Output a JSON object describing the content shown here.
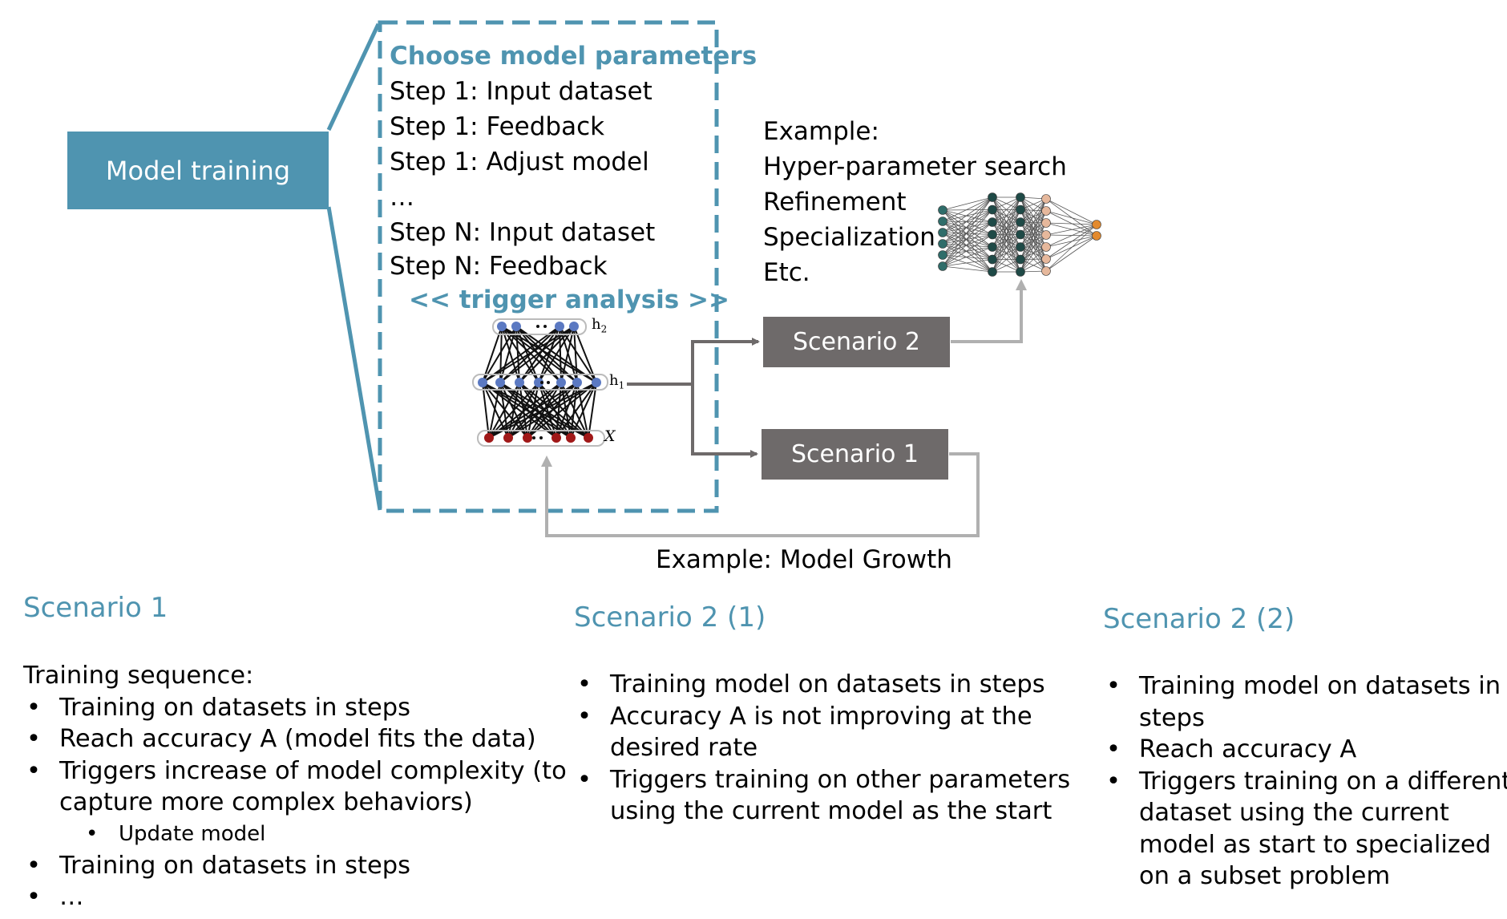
{
  "diagram": {
    "model_training_label": "Model training",
    "dashed_box": {
      "title": "Choose model parameters",
      "lines": [
        "Step 1: Input dataset",
        "Step 1: Feedback",
        "Step 1: Adjust model",
        "…",
        "Step N: Input dataset",
        "Step N: Feedback"
      ],
      "trigger": "<< trigger analysis >>"
    },
    "network_labels": {
      "h2": "h",
      "h2_sub": "2",
      "h1": "h",
      "h1_sub": "1",
      "x": "X"
    },
    "example_block": [
      "Example:",
      "Hyper-parameter search",
      "Refinement",
      "Specialization",
      "Etc."
    ],
    "scenario2_label": "Scenario 2",
    "scenario1_label": "Scenario 1",
    "model_growth_label": "Example: Model Growth",
    "colors": {
      "teal": "#4f94b0",
      "box_gray": "#6e6a6a",
      "arrow_dark": "#6e6a6a",
      "arrow_light": "#b0b0b0"
    }
  },
  "panels": {
    "scenario1": {
      "title": "Scenario 1",
      "intro": "Training sequence:",
      "bullets": [
        "Training on datasets in steps",
        "Reach accuracy A (model fits the data)",
        "Triggers increase of model complexity (to",
        "capture more complex behaviors)",
        "Update model",
        "Training on datasets in steps",
        "…"
      ]
    },
    "scenario2_1": {
      "title": "Scenario 2 (1)",
      "bullets": [
        "Training model on datasets in steps",
        "Accuracy A is not improving at the",
        "desired rate",
        "Triggers training on other parameters",
        "using the current model as the start"
      ]
    },
    "scenario2_2": {
      "title": "Scenario 2 (2)",
      "bullets": [
        "Training model on datasets in",
        "steps",
        "Reach accuracy A",
        "Triggers training on a different",
        "dataset using the current",
        "model as start  to specialized",
        "on a subset problem"
      ]
    }
  }
}
